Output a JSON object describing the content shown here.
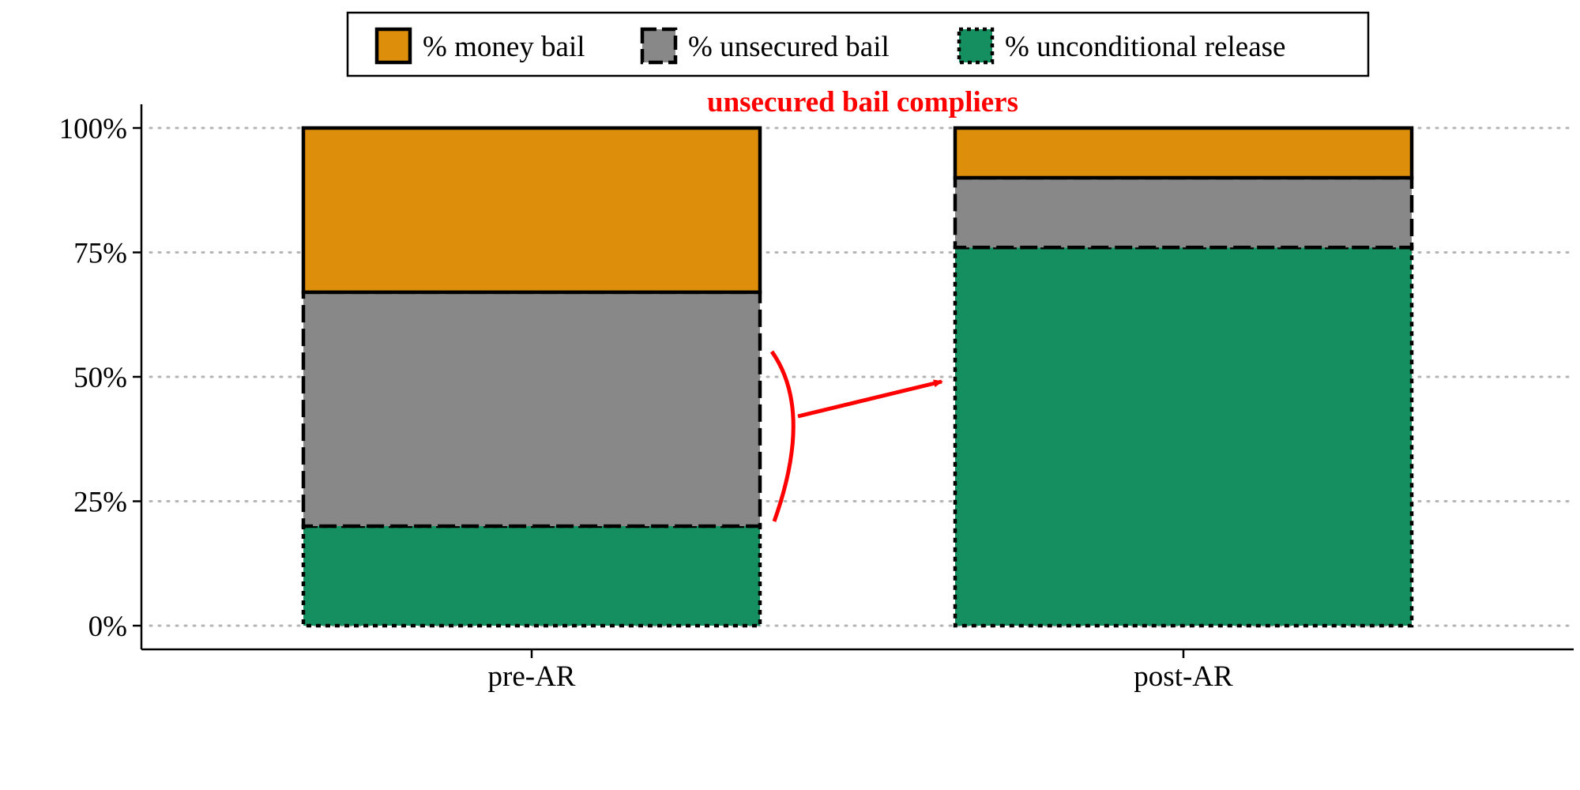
{
  "chart_data": {
    "type": "bar",
    "stacked": true,
    "categories": [
      "pre-AR",
      "post-AR"
    ],
    "series": [
      {
        "name": "% unconditional release",
        "values": [
          20,
          76
        ],
        "color": "#168f60",
        "border": "dotted"
      },
      {
        "name": "% unsecured bail",
        "values": [
          47,
          14
        ],
        "color": "#888888",
        "border": "dashed"
      },
      {
        "name": "% money bail",
        "values": [
          33,
          10
        ],
        "color": "#dd8e0a",
        "border": "solid"
      }
    ],
    "legend_order": [
      "% money bail",
      "% unsecured bail",
      "% unconditional release"
    ],
    "legend_position": "top",
    "ylim": [
      0,
      100
    ],
    "yticks": [
      0,
      25,
      50,
      75,
      100
    ],
    "ytick_labels": [
      "0%",
      "25%",
      "50%",
      "75%",
      "100%"
    ],
    "grid": "horizontal dotted",
    "annotation": {
      "text": "unsecured bail compliers",
      "color": "#ff0000",
      "arrow_from": "pre-AR unsecured bail",
      "arrow_to": "post-AR"
    }
  }
}
